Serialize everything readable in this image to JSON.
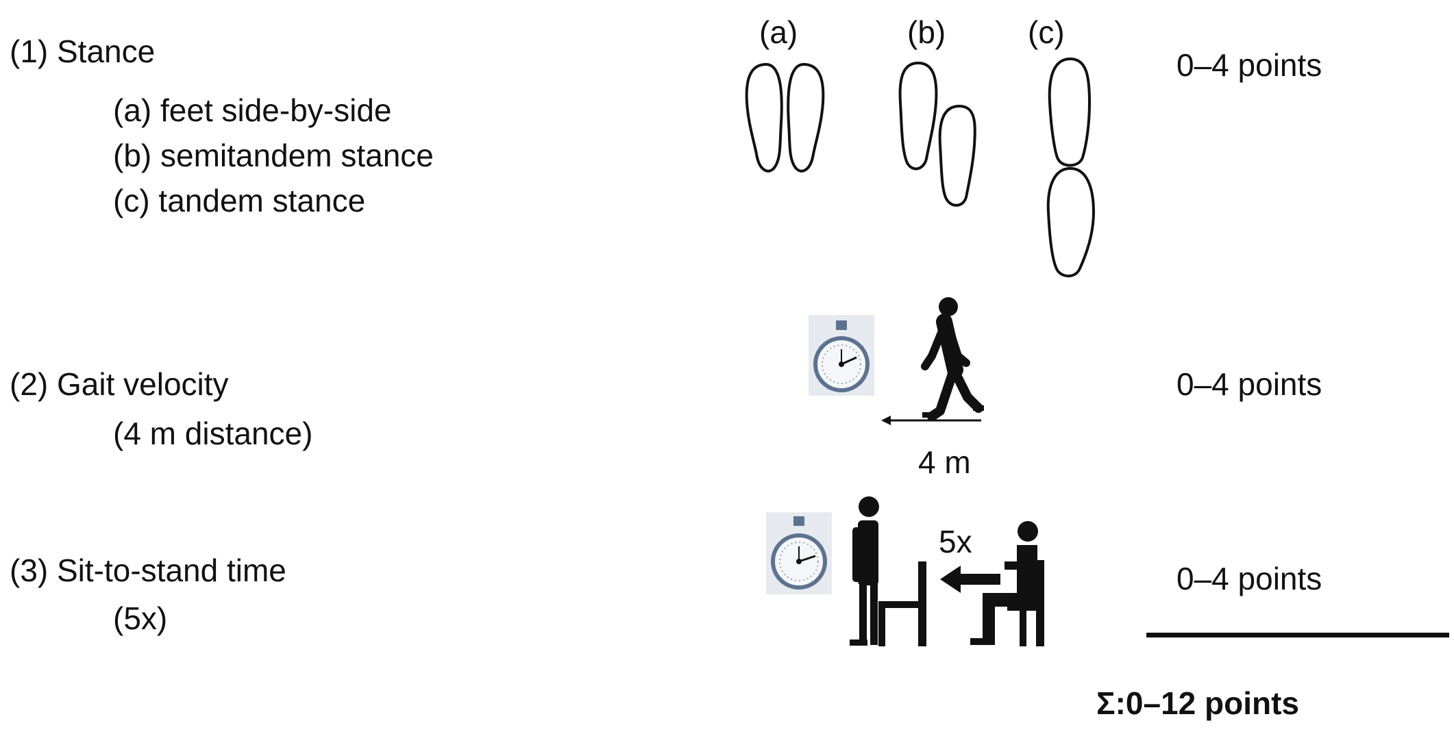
{
  "tests": [
    {
      "label": "(1) Stance",
      "sub": [
        "(a) feet side-by-side",
        "(b) semitandem stance",
        "(c) tandem stance"
      ],
      "points": "0–4 points"
    },
    {
      "label": "(2) Gait velocity",
      "sub": [
        "(4 m distance)"
      ],
      "points": "0–4 points"
    },
    {
      "label": "(3) Sit-to-stand time",
      "sub": [
        "(5x)"
      ],
      "points": "0–4 points"
    }
  ],
  "stance_labels": [
    "(a)",
    "(b)",
    "(c)"
  ],
  "gait_distance_label": "4 m",
  "repeat_label": "5x",
  "total": "Σ:0–12 points",
  "colors": {
    "ink": "#111111",
    "stopwatch_bg": "#e6eaee",
    "stopwatch_face": "#f4f6f8",
    "stopwatch_blue": "#5b7390"
  },
  "icons": [
    "stopwatch-icon",
    "walking-person-icon",
    "sitting-person-icon",
    "standing-person-icon",
    "chair-icon",
    "footprint-icon"
  ]
}
